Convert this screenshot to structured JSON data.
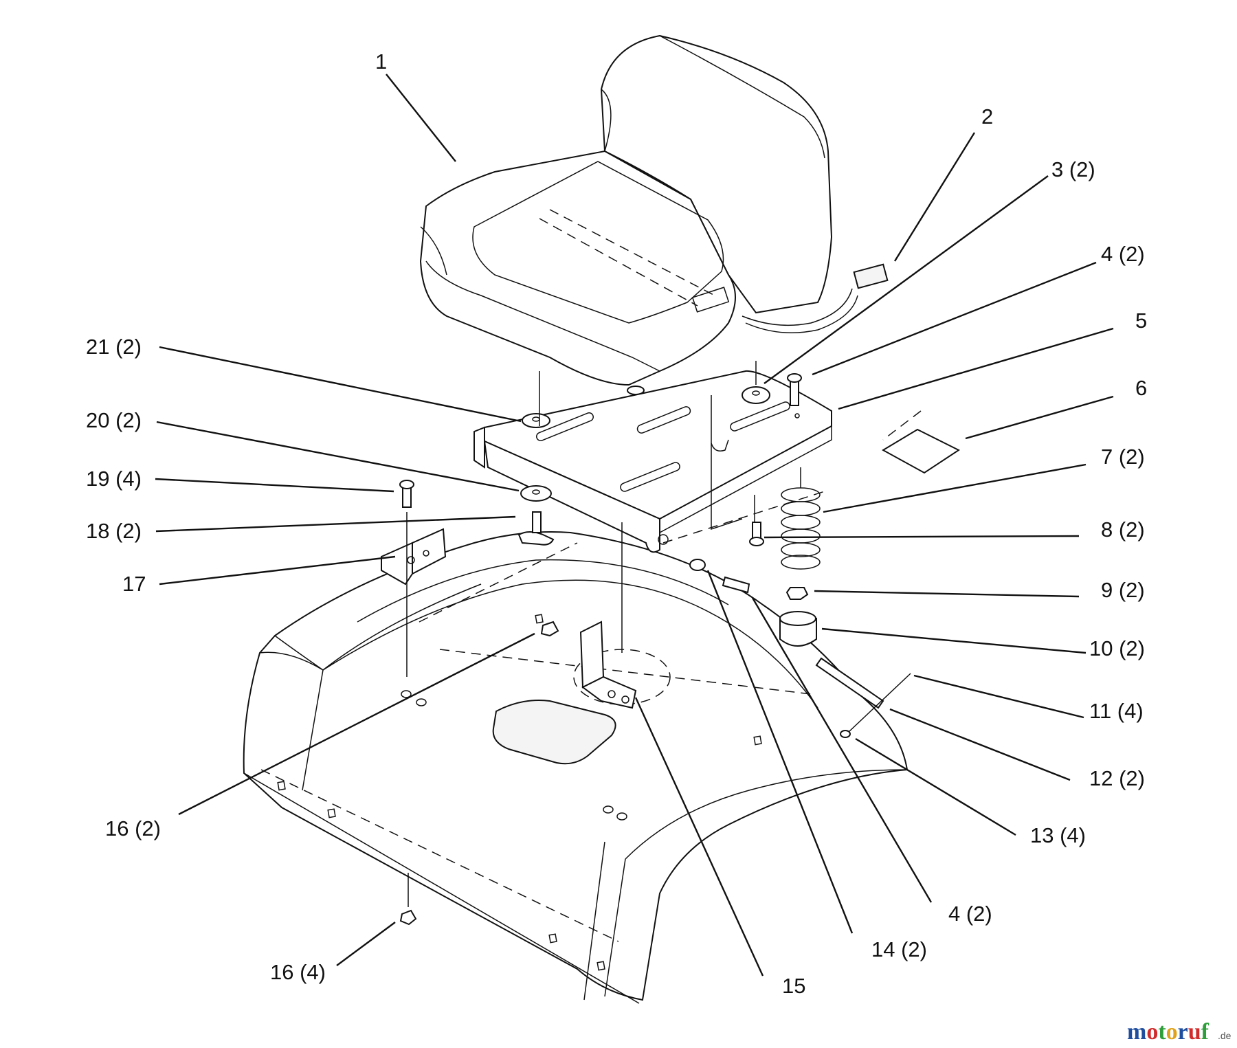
{
  "callouts": [
    {
      "id": "c1",
      "text": "1"
    },
    {
      "id": "c2",
      "text": "2"
    },
    {
      "id": "c3",
      "text": "3 (2)"
    },
    {
      "id": "c4a",
      "text": "4 (2)"
    },
    {
      "id": "c5",
      "text": "5"
    },
    {
      "id": "c6",
      "text": "6"
    },
    {
      "id": "c7",
      "text": "7 (2)"
    },
    {
      "id": "c8",
      "text": "8 (2)"
    },
    {
      "id": "c9",
      "text": "9 (2)"
    },
    {
      "id": "c10",
      "text": "10 (2)"
    },
    {
      "id": "c11",
      "text": "11 (4)"
    },
    {
      "id": "c12",
      "text": "12 (2)"
    },
    {
      "id": "c13",
      "text": "13 (4)"
    },
    {
      "id": "c4b",
      "text": "4 (2)"
    },
    {
      "id": "c14",
      "text": "14 (2)"
    },
    {
      "id": "c15",
      "text": "15"
    },
    {
      "id": "c16a",
      "text": "16 (4)"
    },
    {
      "id": "c16b",
      "text": "16 (2)"
    },
    {
      "id": "c17",
      "text": "17"
    },
    {
      "id": "c18",
      "text": "18 (2)"
    },
    {
      "id": "c19",
      "text": "19 (4)"
    },
    {
      "id": "c20",
      "text": "20 (2)"
    },
    {
      "id": "c21",
      "text": "21 (2)"
    }
  ],
  "watermark": {
    "m1": "m",
    "o1": "o",
    "t": "t",
    "o2": "o",
    "r": "r",
    "u": "u",
    "f": "f",
    "suffix": ".de",
    "colors": [
      "#1f4e9e",
      "#d12b2b",
      "#2e9e3a",
      "#e0a21a",
      "#1f4e9e",
      "#d12b2b",
      "#2e9e3a"
    ]
  }
}
